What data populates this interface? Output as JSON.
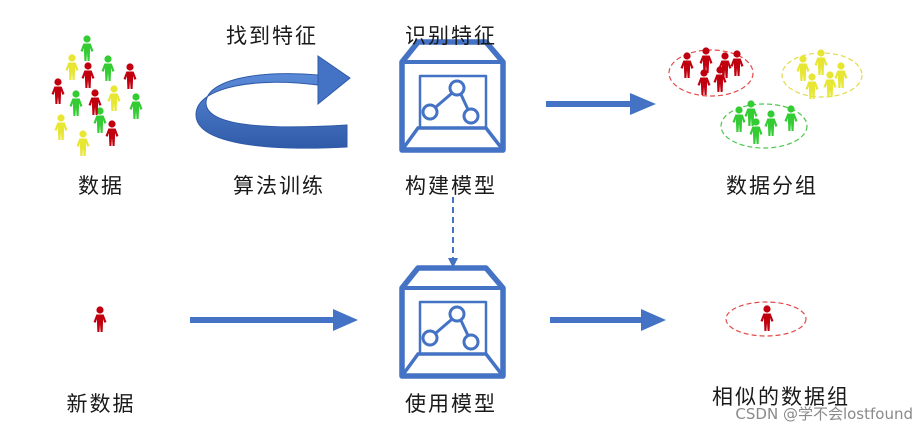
{
  "labels": {
    "find_features": "找到特征",
    "identify_features": "识别特征",
    "data": "数据",
    "algorithm_training": "算法训练",
    "build_model": "构建模型",
    "data_grouping": "数据分组",
    "new_data": "新数据",
    "use_model": "使用模型",
    "similar_data_group": "相似的数据组"
  },
  "watermark": "CSDN @学不会lostfound",
  "colors": {
    "arrow_blue": "#4472c4",
    "person_red": "#c0000f",
    "person_green": "#33cc33",
    "person_yellow": "#e6e633",
    "ellipse_red": "#e24a4a",
    "ellipse_yellow": "#e6d84a",
    "ellipse_green": "#4ac84a"
  }
}
